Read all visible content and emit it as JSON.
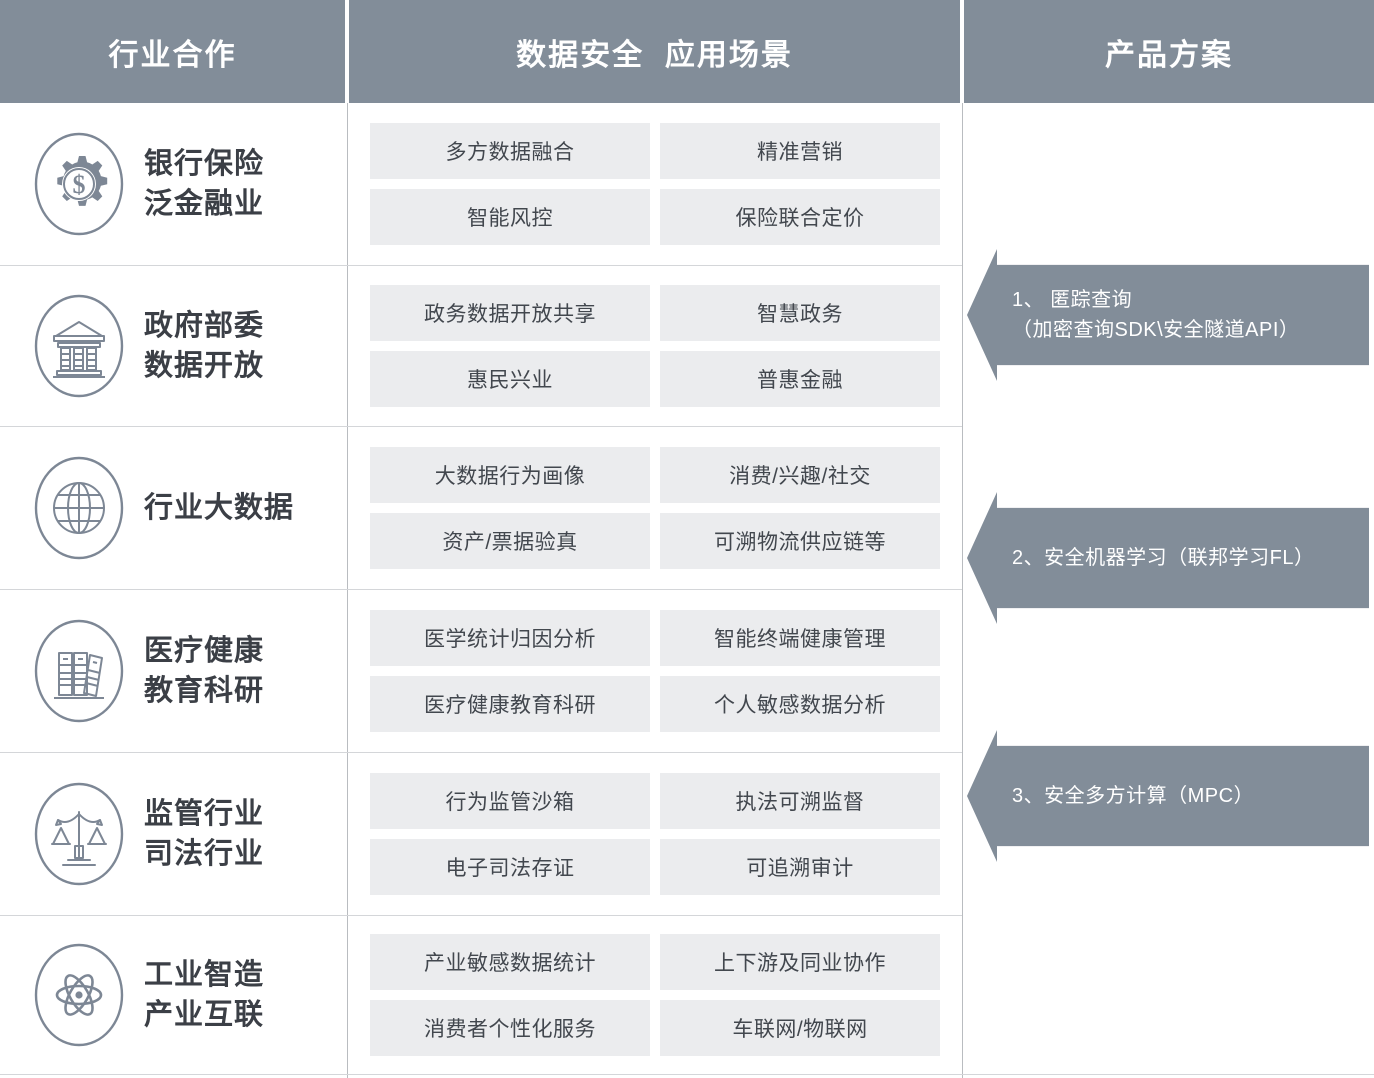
{
  "header": {
    "columns": [
      {
        "label": "行业合作"
      },
      {
        "label": "数据安全  应用场景"
      },
      {
        "label": "产品方案"
      }
    ],
    "background_color": "#828d99",
    "text_color": "#ffffff"
  },
  "rows": [
    {
      "icon": "gear-dollar-icon",
      "industry": "银行保险\n泛金融业",
      "tags": [
        "多方数据融合",
        "精准营销",
        "智能风控",
        "保险联合定价"
      ]
    },
    {
      "icon": "bank-building-icon",
      "industry": "政府部委\n数据开放",
      "tags": [
        "政务数据开放共享",
        "智慧政务",
        "惠民兴业",
        "普惠金融"
      ]
    },
    {
      "icon": "globe-icon",
      "industry": "行业大数据",
      "tags": [
        "大数据行为画像",
        "消费/兴趣/社交",
        "资产/票据验真",
        "可溯物流供应链等"
      ]
    },
    {
      "icon": "books-icon",
      "industry": "医疗健康\n教育科研",
      "tags": [
        "医学统计归因分析",
        "智能终端健康管理",
        "医疗健康教育科研",
        "个人敏感数据分析"
      ]
    },
    {
      "icon": "scales-icon",
      "industry": "监管行业\n司法行业",
      "tags": [
        "行为监管沙箱",
        "执法可溯监督",
        "电子司法存证",
        "可追溯审计"
      ]
    },
    {
      "icon": "atom-icon",
      "industry": "工业智造\n产业互联",
      "tags": [
        "产业敏感数据统计",
        "上下游及同业协作",
        "消费者个性化服务",
        "车联网/物联网"
      ]
    }
  ],
  "arrows": [
    {
      "text": "1、 匿踪查询\n（加密查询SDK\\安全隧道API）"
    },
    {
      "text": "2、安全机器学习（联邦学习FL）"
    },
    {
      "text": "3、安全多方计算（MPC）"
    }
  ],
  "colors": {
    "band": "#828d99",
    "tag_bg": "#ebecee",
    "tag_text": "#42474e",
    "industry_text": "#3b3f46",
    "icon_stroke": "#7d8795",
    "divider": "#d4d6d9"
  }
}
